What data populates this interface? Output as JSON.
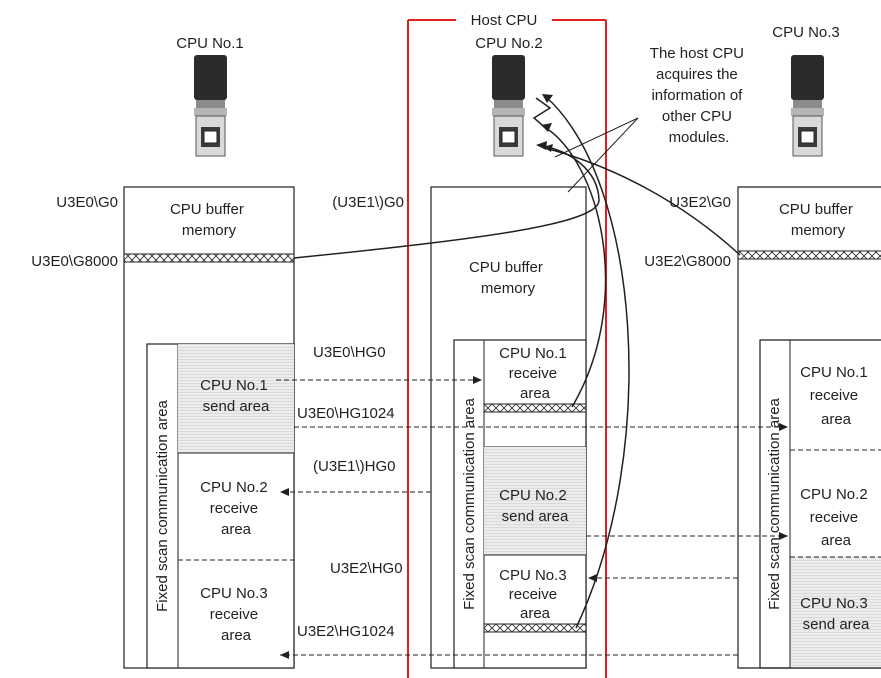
{
  "host_cpu_label": "Host CPU",
  "callout_lines": [
    "The host CPU",
    "acquires the",
    "information of",
    "other CPU",
    "modules."
  ],
  "cpu1": {
    "title": "CPU No.1",
    "buffer_lines": [
      "CPU buffer",
      "memory"
    ],
    "vertical_label": "Fixed scan communication area",
    "send_lines": [
      "CPU No.1",
      "send area"
    ],
    "recv2_lines": [
      "CPU No.2",
      "receive",
      "area"
    ],
    "recv3_lines": [
      "CPU No.3",
      "receive",
      "area"
    ]
  },
  "cpu2": {
    "title": "CPU No.2",
    "buffer_lines": [
      "CPU buffer",
      "memory"
    ],
    "vertical_label": "Fixed scan communication area",
    "recv1_lines": [
      "CPU No.1",
      "receive",
      "area"
    ],
    "send_lines": [
      "CPU No.2",
      "send area"
    ],
    "recv3_lines": [
      "CPU No.3",
      "receive",
      "area"
    ]
  },
  "cpu3": {
    "title": "CPU No.3",
    "buffer_lines": [
      "CPU buffer",
      "memory"
    ],
    "vertical_label": "Fixed scan communication area",
    "recv1_lines": [
      "CPU No.1",
      "receive",
      "area"
    ],
    "recv2_lines": [
      "CPU No.2",
      "receive",
      "area"
    ],
    "send_lines": [
      "CPU No.3",
      "send area"
    ]
  },
  "addresses": {
    "u3e0_g0": "U3E0\\G0",
    "u3e0_g8000": "U3E0\\G8000",
    "u3e1_g0": "(U3E1\\)G0",
    "u3e2_g0": "U3E2\\G0",
    "u3e2_g8000": "U3E2\\G8000",
    "u3e0_hg0": "U3E0\\HG0",
    "u3e0_hg1024": "U3E0\\HG1024",
    "u3e1_hg0": "(U3E1\\)HG0",
    "u3e2_hg0": "U3E2\\HG0",
    "u3e2_hg1024": "U3E2\\HG1024"
  },
  "colors": {
    "host_frame": "#e02020",
    "line": "#231f20",
    "send_fill": "#e6e6e6",
    "module_dark": "#2b2b2b",
    "module_mid": "#8c8c8c",
    "module_light": "#d9d9d9"
  }
}
